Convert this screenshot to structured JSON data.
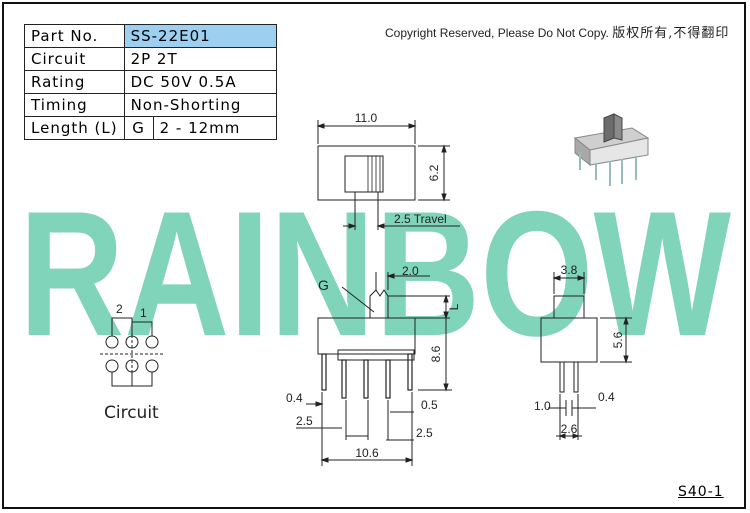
{
  "spec_table": {
    "rows": [
      {
        "key": "Part No.",
        "value": "SS-22E01"
      },
      {
        "key": "Circuit",
        "value": "2P 2T"
      },
      {
        "key": "Rating",
        "value": "DC 50V 0.5A"
      },
      {
        "key": "Timing",
        "value": "Non-Shorting"
      },
      {
        "key": "Length (L)",
        "value_prefix": "G",
        "value": "2 - 12mm"
      }
    ],
    "highlight_color": "#9ccff0"
  },
  "copyright": {
    "text": "Copyright Reserved, Please Do Not Copy.",
    "text_cn": "版权所有,不得翻印"
  },
  "watermark": {
    "text": "RAINBOW",
    "color": "#7fd4b9"
  },
  "dimensions": {
    "top_width": "11.0",
    "top_height": "6.2",
    "travel": "2.5 Travel",
    "actuator_offset": "2.0",
    "actuator_label": "G",
    "length_label": "L",
    "body_height": "8.6",
    "pin_width": "0.4",
    "pin_pitch_left": "2.5",
    "pin_offset_right": "0.5",
    "pin_pitch_right": "2.5",
    "overall_width": "10.6",
    "side_actuator_width": "3.8",
    "side_height": "5.6",
    "side_pin_spacing": "1.0",
    "side_pin_width": "0.4",
    "side_overall": "2.6"
  },
  "circuit": {
    "label": "Circuit",
    "pin_2": "2",
    "pin_1": "1"
  },
  "drawing_code": "S40-1"
}
